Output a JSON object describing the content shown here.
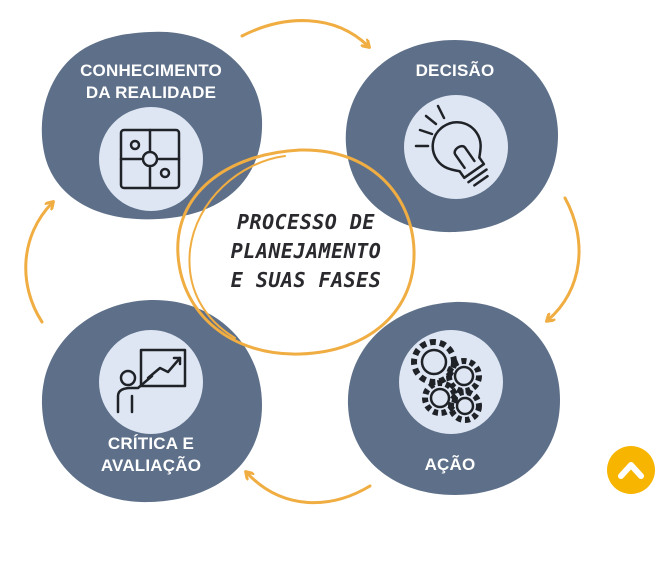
{
  "colors": {
    "node": "#5e7089",
    "icon_bg": "#dfe6f3",
    "arrow": "#f0ad42",
    "ink": "#1f2328",
    "accent": "#f7b500"
  },
  "center": {
    "lines": [
      "PROCESSO DE",
      "PLANEJAMENTO",
      "E SUAS FASES"
    ]
  },
  "phases": [
    {
      "id": "conhecimento",
      "label_lines": [
        "CONHECIMENTO",
        "DA REALIDADE"
      ],
      "icon": "puzzle-icon"
    },
    {
      "id": "decisao",
      "label_lines": [
        "DECISÃO"
      ],
      "icon": "lightbulb-icon"
    },
    {
      "id": "acao",
      "label_lines": [
        "AÇÃO"
      ],
      "icon": "gears-icon"
    },
    {
      "id": "critica",
      "label_lines": [
        "CRÍTICA E",
        "AVALIAÇÃO"
      ],
      "icon": "presentation-chart-icon"
    }
  ],
  "scroll_top": {
    "icon": "chevron-up-icon"
  }
}
